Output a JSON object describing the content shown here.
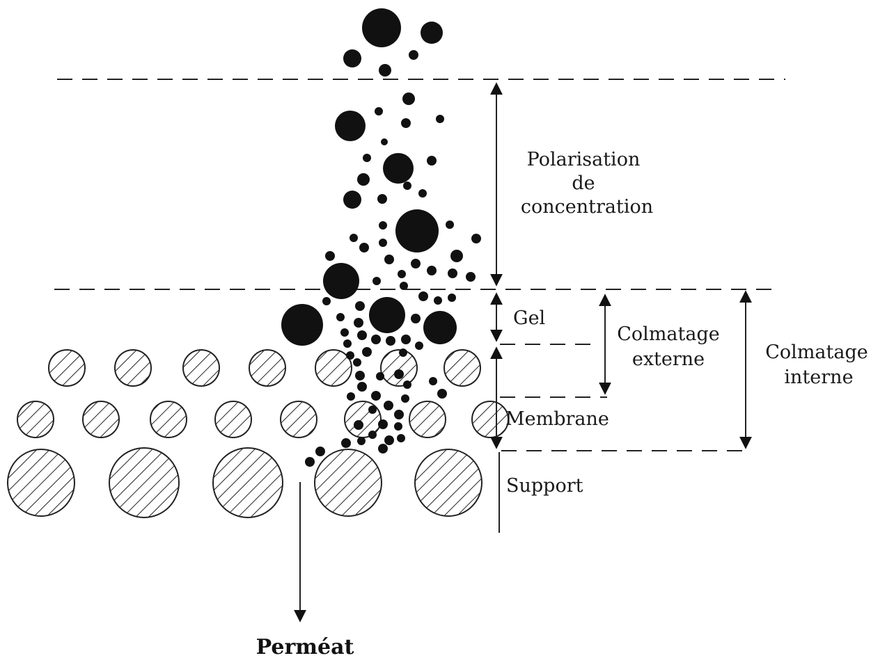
{
  "labels": {
    "polarisation_line1": "Polarisation",
    "polarisation_line2": "de",
    "polarisation_line3": "concentration",
    "gel": "Gel",
    "colmatage_externe_line1": "Colmatage",
    "colmatage_externe_line2": "externe",
    "colmatage_interne_line1": "Colmatage",
    "colmatage_interne_line2": "interne",
    "membrane": "Membrane",
    "support": "Support",
    "permeat": "Perméat"
  },
  "colors": {
    "particle": "#111111",
    "line": "#222222",
    "background": "#ffffff"
  }
}
